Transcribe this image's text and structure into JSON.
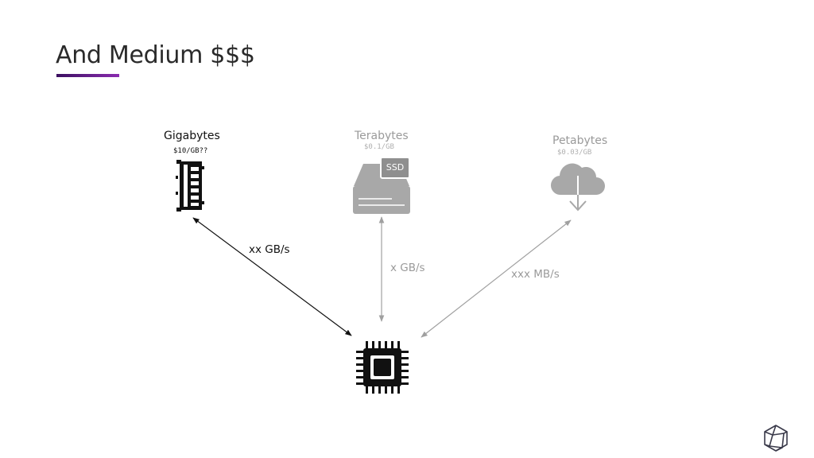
{
  "slide": {
    "title": "And Medium $$$"
  },
  "tiers": [
    {
      "name": "Gigabytes",
      "price": "$10/GB??",
      "bandwidth": "xx GB/s",
      "icon": "ram-module-icon",
      "emphasis": "active"
    },
    {
      "name": "Terabytes",
      "price": "$0.1/GB",
      "bandwidth": "x GB/s",
      "icon": "ssd-drive-icon",
      "badge": "SSD",
      "emphasis": "dimmed"
    },
    {
      "name": "Petabytes",
      "price": "$0.03/GB",
      "bandwidth": "xxx MB/s",
      "icon": "cloud-download-icon",
      "emphasis": "dimmed"
    }
  ],
  "center": {
    "icon": "cpu-chip-icon"
  },
  "footer": {
    "icon": "logo-icon"
  },
  "colors": {
    "text": "#111111",
    "dimmed": "#9a9a9a",
    "accent_start": "#3b1060",
    "accent_end": "#8a2bb0"
  }
}
